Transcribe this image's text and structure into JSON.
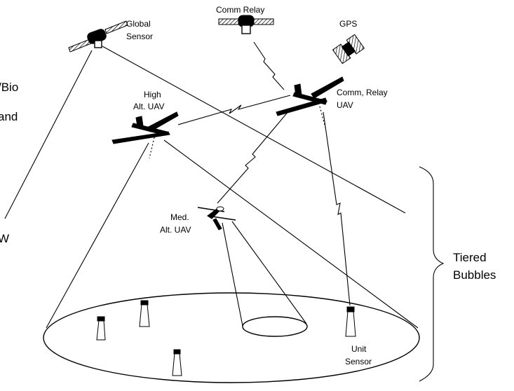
{
  "labels": {
    "global_sensor": [
      "Global",
      "Sensor"
    ],
    "comm_relay_satellite": "Comm Relay",
    "gps": "GPS",
    "high_alt_uav": [
      "High",
      "Alt. UAV"
    ],
    "comm_relay_uav": [
      "Comm, Relay",
      "UAV"
    ],
    "med_alt_uav": [
      "Med.",
      "Alt. UAV"
    ],
    "unit_sensor": [
      "Unit",
      "Sensor"
    ],
    "tiered_bubbles": [
      "Tiered",
      "Bubbles"
    ],
    "cropped_left_text": [
      "/Bio",
      "and",
      "W"
    ]
  }
}
